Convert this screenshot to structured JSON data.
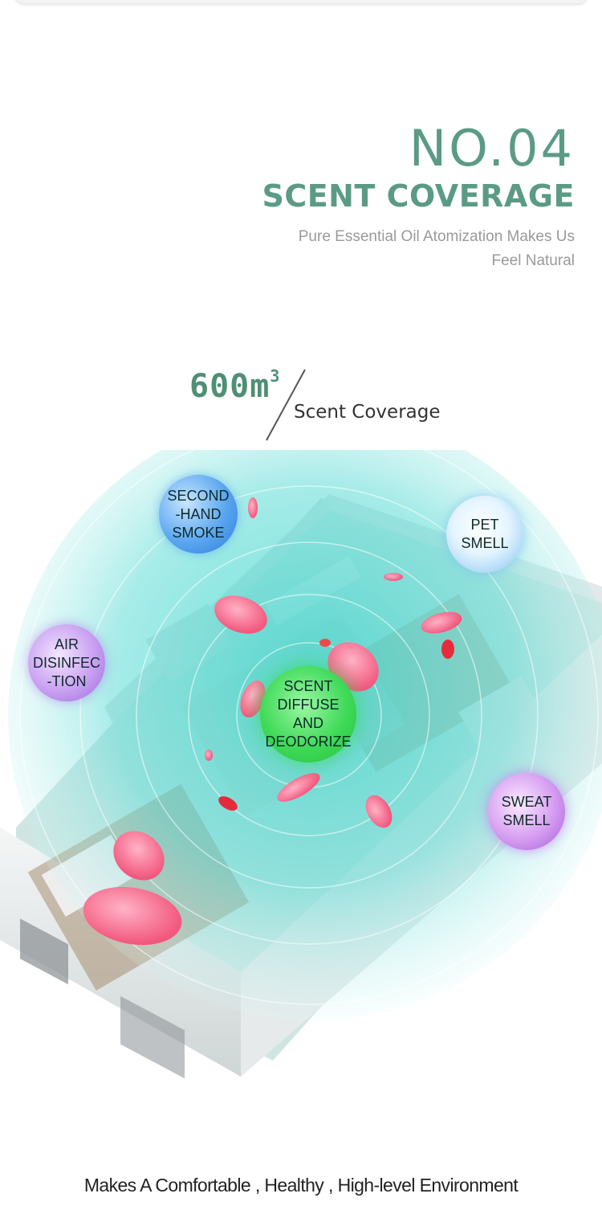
{
  "header": {
    "number": "NO.04",
    "title": "SCENT COVERAGE",
    "subtitle_line1": "Pure Essential Oil Atomization Makes Us",
    "subtitle_line2": "Feel Natural"
  },
  "coverage": {
    "value": "600m",
    "unit_sup": "3",
    "label": "Scent Coverage"
  },
  "bubbles": {
    "smoke": [
      "SECOND",
      "-HAND",
      "SMOKE"
    ],
    "pet": [
      "PET",
      "SMELL"
    ],
    "air": [
      "AIR",
      "DISINFEC",
      "-TION"
    ],
    "scent": [
      "SCENT",
      "DIFFUSE",
      "AND",
      "DEODORIZE"
    ],
    "sweat": [
      "SWEAT",
      "SMELL"
    ]
  },
  "footer": {
    "text": "Makes A Comfortable , Healthy , High-level Environment"
  },
  "colors": {
    "accent": "#5b9b85",
    "mist": "#7fe3e3"
  }
}
